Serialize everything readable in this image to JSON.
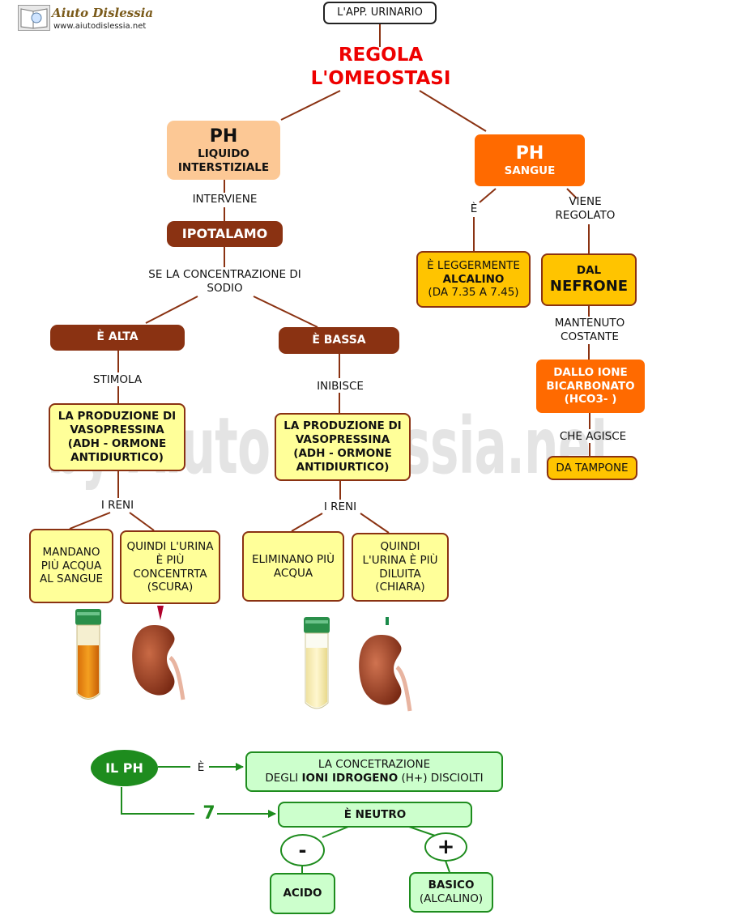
{
  "logo": {
    "name": "Aiuto Dislessia",
    "url": "www.aiutodislessia.net"
  },
  "watermark": "by AiutoDislessia.net",
  "colors": {
    "brown": "#8a3212",
    "orange": "#ff6a00",
    "yellow": "#ffff99",
    "gold": "#ffc400",
    "peach": "#fcc895",
    "green": "#1e8c1e",
    "lightgreen": "#ccffcc",
    "red": "#ee0000"
  },
  "top": {
    "label": "L'APP. URINARIO",
    "title_line1": "REGOLA",
    "title_line2": "L'OMEOSTASI"
  },
  "left_branch": {
    "ph_title": "PH",
    "ph_sub": "LIQUIDO INTERSTIZIALE",
    "link1": "INTERVIENE",
    "ipotalamo": "IPOTALAMO",
    "link2": "SE LA CONCENTRAZIONE DI SODIO",
    "alta": "È ALTA",
    "bassa": "È BASSA",
    "stimola": "STIMOLA",
    "inibisce": "INIBISCE",
    "produzione_alta": "LA PRODUZIONE DI VASOPRESSINA (ADH - ORMONE ANTIDIURTICO)",
    "produzione_bassa": "LA PRODUZIONE DI VASOPRESSINA (ADH - ORMONE ANTIDIURTICO)",
    "reni_alta": "I RENI",
    "reni_bassa": "I RENI",
    "mandano": "MANDANO PIÙ ACQUA AL SANGUE",
    "concentrata": "QUINDI L'URINA È PIÙ CONCENTRTA (SCURA)",
    "eliminano": "ELIMINANO PIÙ ACQUA",
    "diluita": "QUINDI L'URINA È PIÙ DILUITA (CHIARA)"
  },
  "right_branch": {
    "ph_title": "PH",
    "ph_sub": "SANGUE",
    "link_e": "È",
    "link_regolato": "VIENE REGOLATO",
    "alcalino_line1": "È LEGGERMENTE",
    "alcalino_line2": "ALCALINO",
    "alcalino_line3": "(DA 7.35 A 7.45)",
    "nefrone_line1": "DAL",
    "nefrone_line2": "NEFRONE",
    "mantenuto": "MANTENUTO COSTANTE",
    "ione": "DALLO IONE BICARBONATO (HCO3- )",
    "agisce": "CHE AGISCE",
    "tampone": "DA TAMPONE"
  },
  "bottom": {
    "il_ph": "IL PH",
    "e": "È",
    "concentrazione_line1": "LA CONCETRAZIONE",
    "concentrazione_pre": "DEGLI",
    "concentrazione_bold": "IONI IDROGENO",
    "concentrazione_post": "(H+) DISCIOLTI",
    "seven": "7",
    "neutro": "È NEUTRO",
    "minus": "-",
    "plus": "+",
    "acido": "ACIDO",
    "basico": "BASICO",
    "alcalino": "(ALCALINO)"
  }
}
